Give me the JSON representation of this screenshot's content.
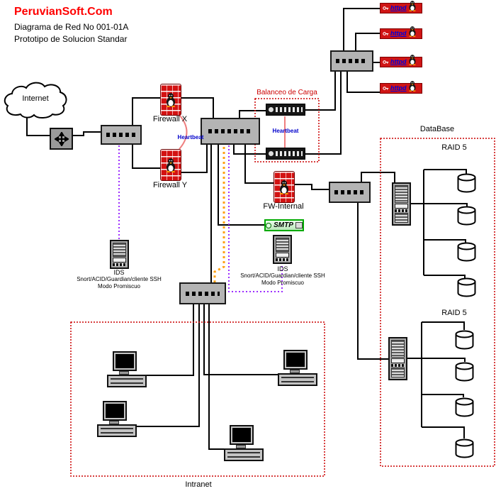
{
  "header": {
    "brand": "PeruvianSoft.Com",
    "line1": "Diagrama de Red No 001-01A",
    "line2": "Prototipo de Solucion Standar"
  },
  "colors": {
    "brand_red": "#ff0000",
    "dotted_box_red": "#cc0000",
    "heartbeat_line_pink": "#ef7f7f",
    "heartbeat_label_blue": "#0000cc",
    "tap_line_purple": "#9d2fff",
    "tap_line_orange": "#ffa113",
    "httpd_label_blue": "#0000dd",
    "smtp_green": "#00aa00"
  },
  "icons": {
    "internet": "cloud",
    "router": "cross-arrows",
    "firewall": "brick-wall-with-penguin",
    "httpd_left": "key-icon",
    "httpd_right": "penguin-icon",
    "switch": "port-row",
    "ids": "tower-server",
    "db_server": "tower-server",
    "storage": "disk-cylinder",
    "workstation": "desktop-pc"
  },
  "nodes": {
    "internet": {
      "label": "Internet"
    },
    "firewall_x": {
      "label": "Firewall X"
    },
    "firewall_y": {
      "label": "Firewall Y"
    },
    "heartbeat_fw": {
      "label": "Heartbeat"
    },
    "balanceo": {
      "label": "Balanceo de Carga"
    },
    "heartbeat_lb": {
      "label": "Heartbeat"
    },
    "httpd_servers": [
      {
        "label": "httpd"
      },
      {
        "label": "httpd"
      },
      {
        "label": "httpd"
      },
      {
        "label": "httpd"
      }
    ],
    "fw_internal": {
      "label": "FW-Internal"
    },
    "smtp": {
      "label": "SMTP"
    },
    "ids_left": {
      "title": "IDS",
      "line1": "Snort/ACID/Guardian/cliente SSH",
      "line2": "Modo Promiscuo"
    },
    "ids_right": {
      "title": "IDS",
      "line1": "Snort/ACID/Guardian/cliente SSH",
      "line2": "Modo Promiscuo"
    },
    "database": {
      "title": "DataBase",
      "raid1": "RAID 5",
      "raid2": "RAID 5"
    },
    "intranet": {
      "label": "Intranet"
    }
  }
}
